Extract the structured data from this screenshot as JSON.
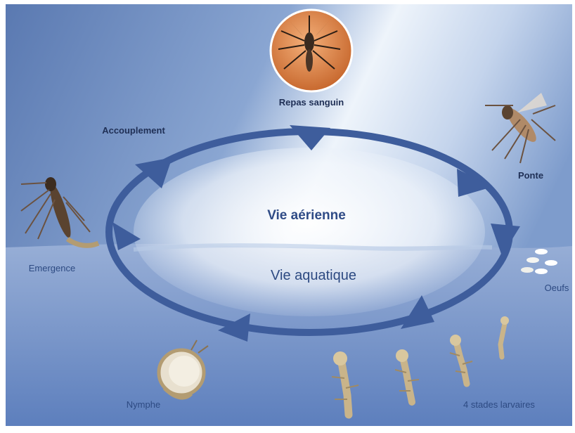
{
  "diagram": {
    "center_labels": {
      "air": "Vie aérienne",
      "water": "Vie aquatique"
    },
    "stages": {
      "blood_meal": "Repas sanguin",
      "laying": "Ponte",
      "eggs": "Oeufs",
      "larvae": "4 stades larvaires",
      "pupa": "Nymphe",
      "emergence": "Emergence",
      "mating": "Accouplement"
    },
    "colors": {
      "sky_top": "#5f7fb6",
      "sky_light": "#eef4fb",
      "water_top": "#8da7d3",
      "water_bottom": "#5f80bd",
      "cycle_arrow": "#3e5d9c",
      "label_text": "#2f4b86",
      "larva": "#c9b48a",
      "blood_meal_disc": "#e08a4a"
    },
    "icons": [
      "mosquito-biting-icon",
      "mosquito-laying-icon",
      "eggs-icon",
      "larva-icon",
      "pupa-icon",
      "emerging-mosquito-icon"
    ]
  }
}
